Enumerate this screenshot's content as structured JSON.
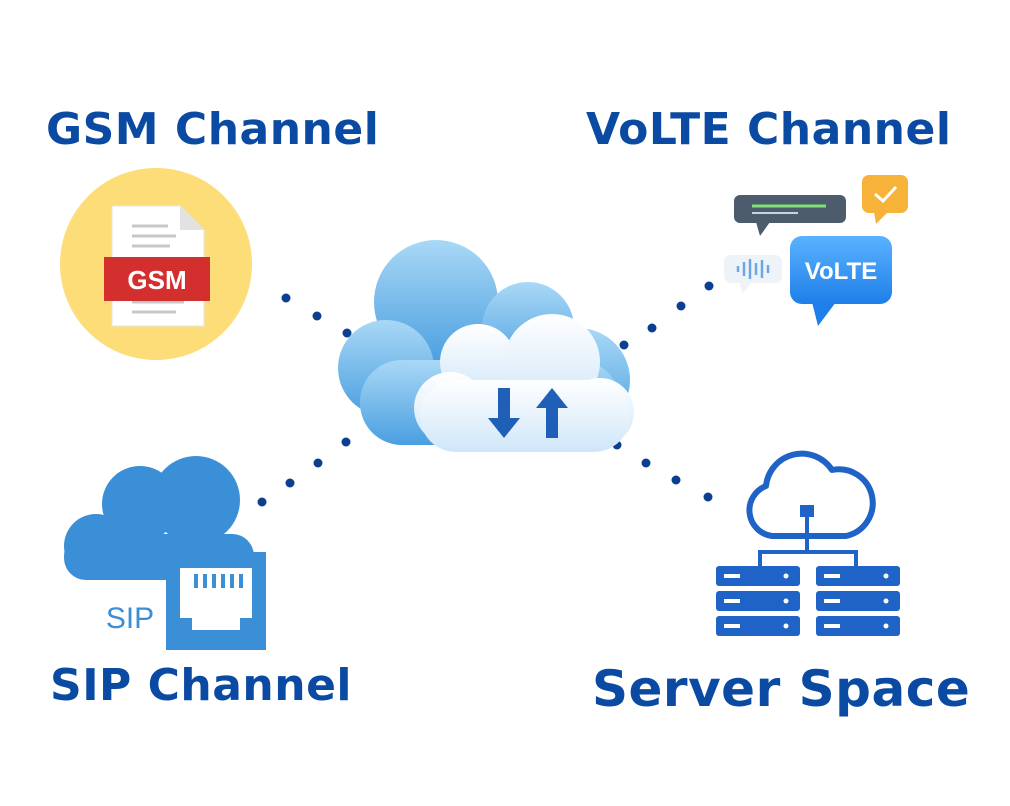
{
  "labels": {
    "gsm_channel": "GSM Channel",
    "volte_channel": "VoLTE Channel",
    "sip_channel": "SIP Channel",
    "server_space": "Server Space"
  },
  "icons": {
    "gsm_tag": "GSM",
    "volte_tag": "VoLTE",
    "sip_tag": "SIP"
  },
  "colors": {
    "title_blue": "#0b4aa2",
    "icon_blue": "#1f63c7",
    "gsm_red": "#d32f2f",
    "gsm_circle": "#fddd78",
    "sip_blue": "#3a8fd6",
    "volte_blue": "#2b8ef0"
  }
}
